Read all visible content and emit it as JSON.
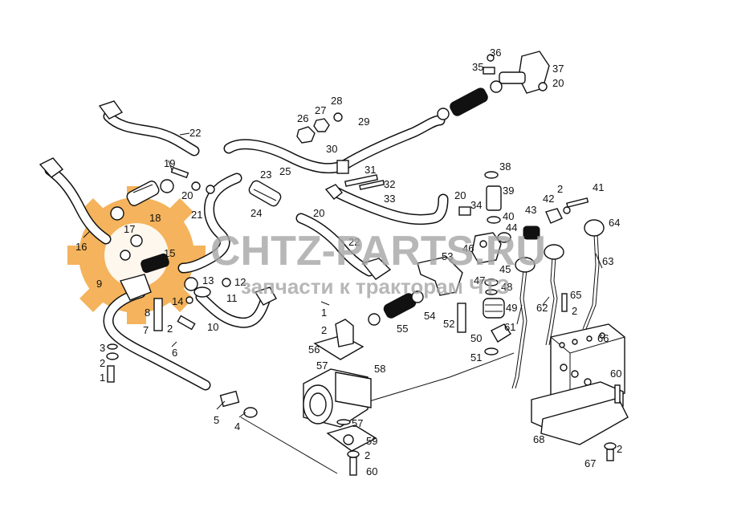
{
  "watermark": {
    "brand": "CHTZ-PARTS.RU",
    "tagline": "запчасти к тракторам ЧТЗ",
    "gear_color": "#f3a640",
    "text_color": "#a6a6a6"
  },
  "callouts": {
    "n1a": "1",
    "n1b": "1",
    "n2a": "2",
    "n2b": "2",
    "n2c": "2",
    "n2d": "2",
    "n2e": "2",
    "n2f": "2",
    "n2g": "2",
    "n3": "3",
    "n4": "4",
    "n5": "5",
    "n6": "6",
    "n7": "7",
    "n8": "8",
    "n9": "9",
    "n10": "10",
    "n11": "11",
    "n12": "12",
    "n13": "13",
    "n14": "14",
    "n15": "15",
    "n16": "16",
    "n17": "17",
    "n18": "18",
    "n19": "19",
    "n20a": "20",
    "n20b": "20",
    "n20c": "20",
    "n20d": "20",
    "n21": "21",
    "n22a": "22",
    "n22b": "22",
    "n23": "23",
    "n24": "24",
    "n25": "25",
    "n26": "26",
    "n27": "27",
    "n28": "28",
    "n29": "29",
    "n30": "30",
    "n31": "31",
    "n32": "32",
    "n33": "33",
    "n34": "34",
    "n35": "35",
    "n36": "36",
    "n37": "37",
    "n38": "38",
    "n39": "39",
    "n40": "40",
    "n41": "41",
    "n42": "42",
    "n43": "43",
    "n44": "44",
    "n45": "45",
    "n46": "46",
    "n47": "47",
    "n48": "48",
    "n49": "49",
    "n50": "50",
    "n51": "51",
    "n52": "52",
    "n53": "53",
    "n54": "54",
    "n55": "55",
    "n56": "56",
    "n57a": "57",
    "n57b": "57",
    "n58": "58",
    "n59": "59",
    "n60a": "60",
    "n60b": "60",
    "n61": "61",
    "n62": "62",
    "n63": "63",
    "n64": "64",
    "n65": "65",
    "n66": "66",
    "n67": "67",
    "n68": "68"
  }
}
